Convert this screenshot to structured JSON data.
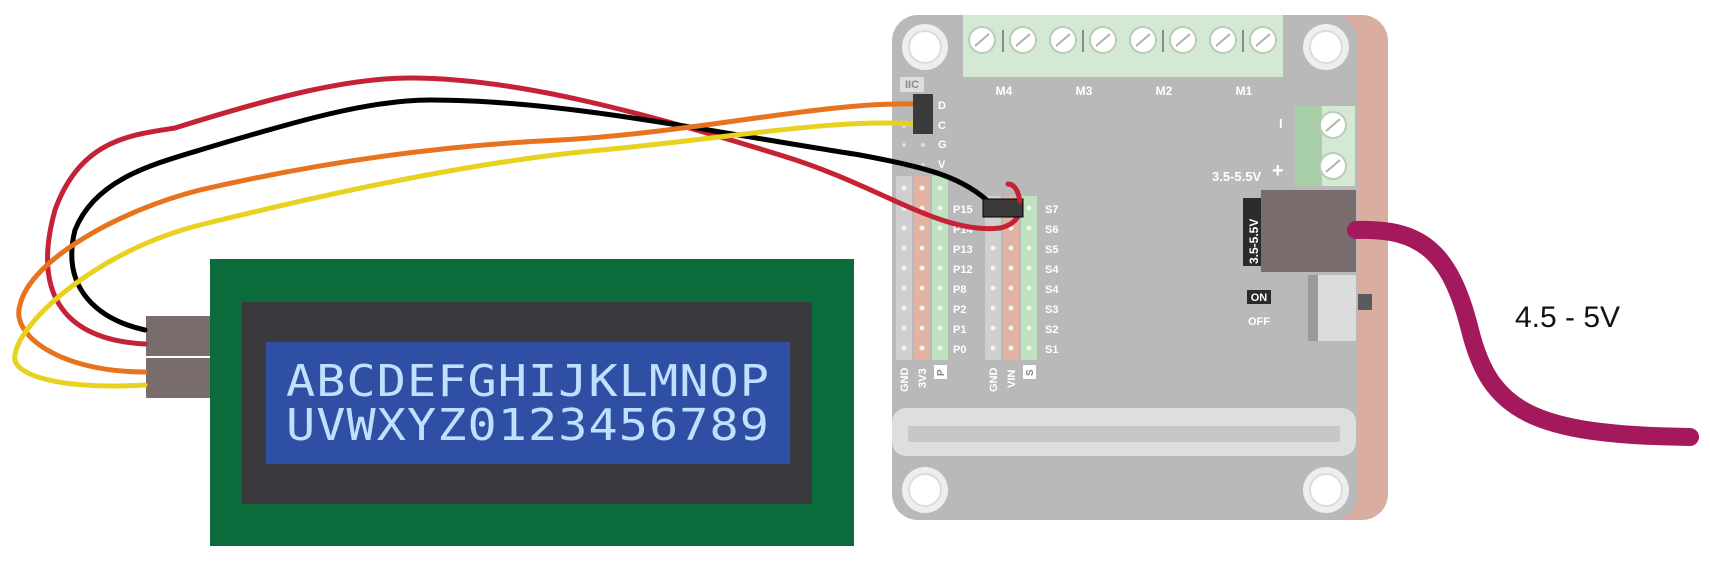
{
  "lcd": {
    "line1": "ABCDEFGHIJKLMNOP",
    "line2": "UVWXYZ0123456789"
  },
  "board": {
    "iic_label": "IIC",
    "iic_pins": [
      "D",
      "C",
      "G",
      "V"
    ],
    "motor_labels": [
      "M4",
      "M3",
      "M2",
      "M1"
    ],
    "power_terminal_minus": "I",
    "power_terminal_plus": "+",
    "power_terminal_range": "3.5-5.5V",
    "jack_label": "3.5-5.5V",
    "switch_on": "ON",
    "switch_off": "OFF",
    "p_pins": [
      "P15",
      "P14",
      "P13",
      "P12",
      "P8",
      "P2",
      "P1",
      "P0"
    ],
    "s_pins": [
      "S7",
      "S6",
      "S5",
      "S4",
      "S4",
      "S3",
      "S2",
      "S1"
    ],
    "bottom_labels": [
      "GND",
      "3V3",
      "P",
      "GND",
      "VIN",
      "S"
    ]
  },
  "cable_label": "4.5 - 5V",
  "colors": {
    "lcd_pcb": "#0b6b3a",
    "lcd_bezel": "#3a393d",
    "lcd_screen": "#2f4fa5",
    "board": "#b9b9b9",
    "board_back": "#d9ada0",
    "wire_red": "#c62235",
    "wire_black": "#000000",
    "wire_orange": "#e8731f",
    "wire_yellow": "#e8d21f",
    "power_cable": "#a3195b"
  }
}
